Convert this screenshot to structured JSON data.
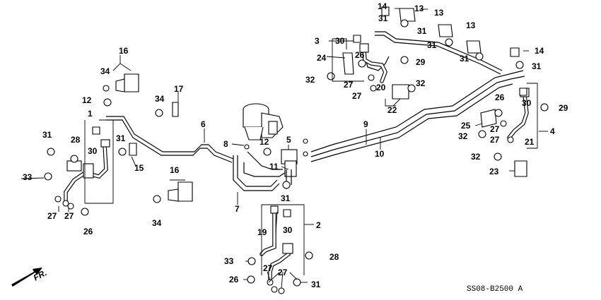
{
  "diagram": {
    "code": "SS08-B2500 A",
    "direction_label": "FR.",
    "part_numbers": [
      "1",
      "2",
      "3",
      "4",
      "5",
      "6",
      "7",
      "8",
      "9",
      "10",
      "11",
      "12",
      "13",
      "14",
      "15",
      "16",
      "17",
      "19",
      "20",
      "21",
      "22",
      "23",
      "24",
      "25",
      "26",
      "27",
      "28",
      "29",
      "30",
      "31",
      "32",
      "33",
      "34"
    ]
  }
}
